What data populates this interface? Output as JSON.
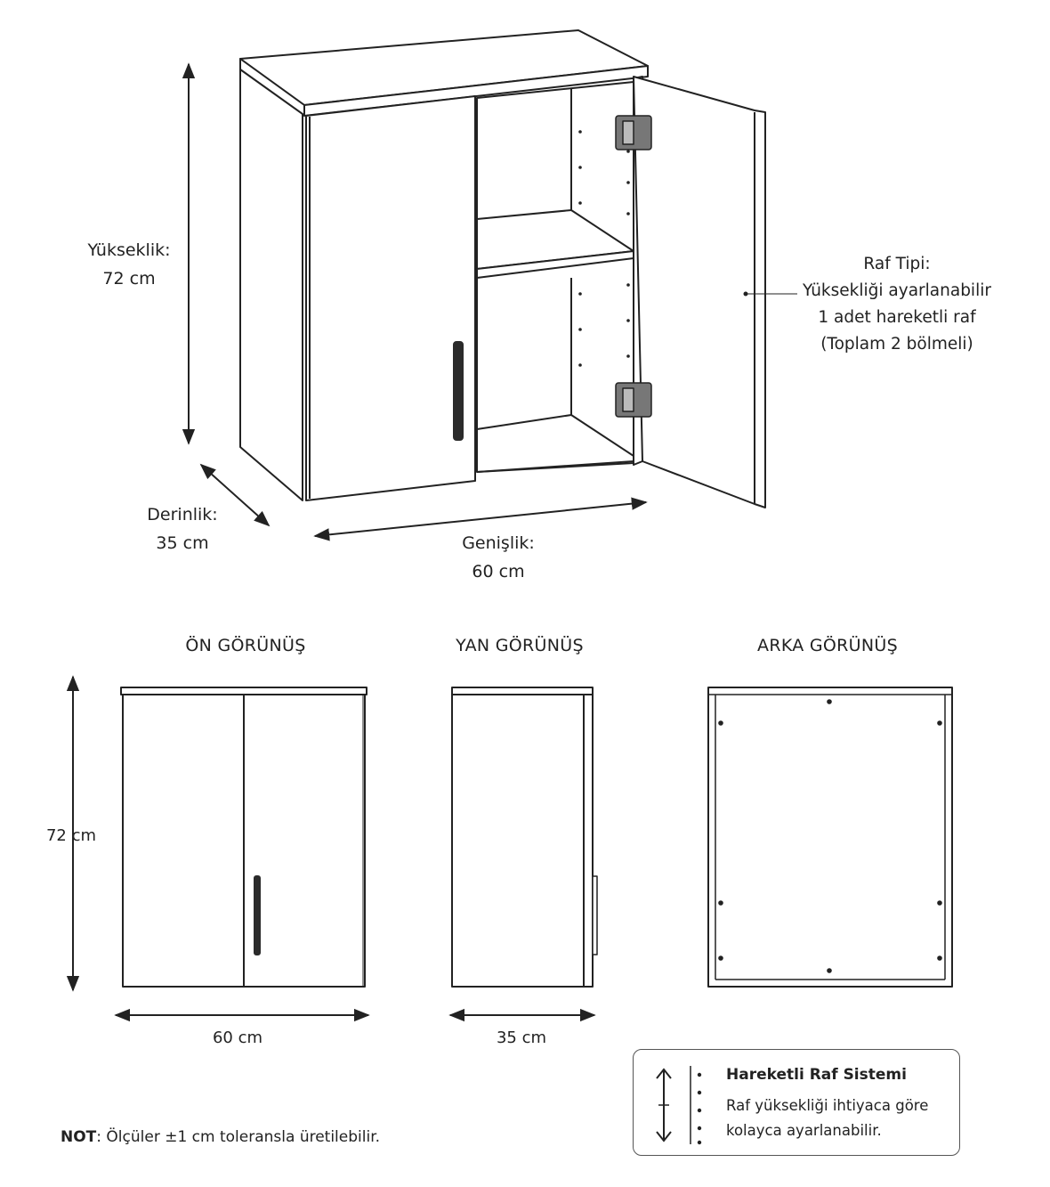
{
  "perspective": {
    "height_label": "Yükseklik:",
    "height_value": "72 cm",
    "depth_label": "Derinlik:",
    "depth_value": "35 cm",
    "width_label": "Genişlik:",
    "width_value": "60 cm"
  },
  "shelf_info": {
    "title": "Raf Tipi:",
    "line1": "Yüksekliği ayarlanabilir",
    "line2": "1 adet hareketli raf",
    "line3": "(Toplam 2 bölmeli)"
  },
  "views": {
    "front": {
      "title": "ÖN GÖRÜNÜŞ",
      "height": "72 cm",
      "width": "60 cm"
    },
    "side": {
      "title": "YAN GÖRÜNÜŞ",
      "width": "35 cm"
    },
    "back": {
      "title": "ARKA GÖRÜNÜŞ"
    }
  },
  "note": {
    "prefix": "NOT",
    "text": ": Ölçüler ±1 cm toleransla üretilebilir."
  },
  "legend": {
    "title": "Hareketli Raf Sistemi",
    "line1": "Raf yüksekliği ihtiyaca göre",
    "line2": "kolayca ayarlanabilir."
  },
  "icons": [
    "updown-arrow-icon",
    "shelf-pin-holes-icon",
    "hinge-icon",
    "handle-icon"
  ],
  "colors": {
    "line": "#222222",
    "handle": "#2b2b2b"
  }
}
